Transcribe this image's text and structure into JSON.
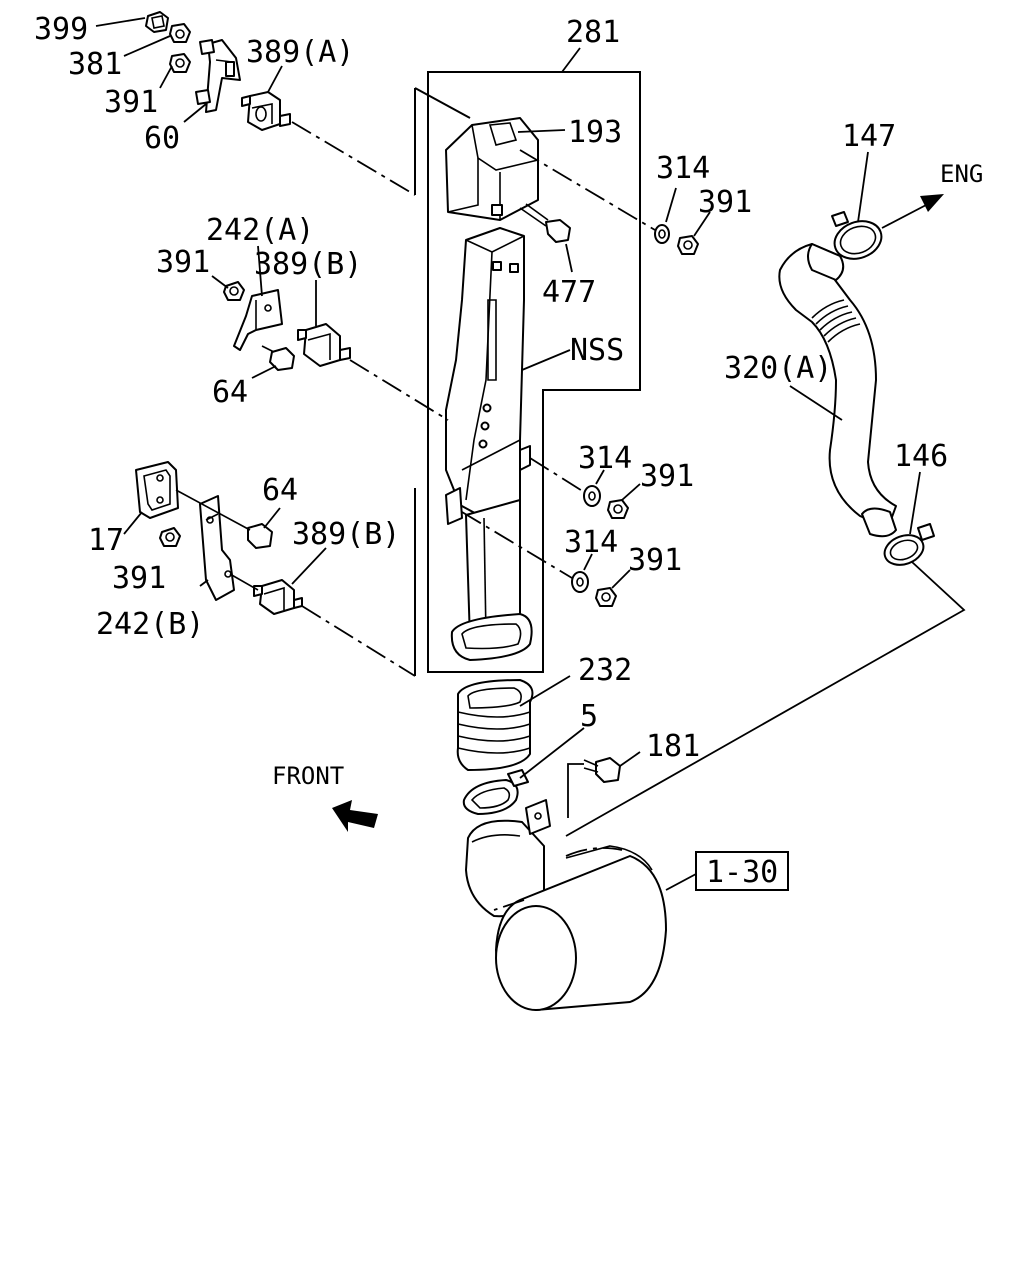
{
  "diagram": {
    "parts": [
      {
        "id": "p399",
        "number": "399"
      },
      {
        "id": "p381",
        "number": "381"
      },
      {
        "id": "p391a",
        "number": "391"
      },
      {
        "id": "p60",
        "number": "60"
      },
      {
        "id": "p389a",
        "number": "389(A)"
      },
      {
        "id": "p281",
        "number": "281"
      },
      {
        "id": "p193",
        "number": "193"
      },
      {
        "id": "p314a",
        "number": "314"
      },
      {
        "id": "p391b",
        "number": "391"
      },
      {
        "id": "p147",
        "number": "147"
      },
      {
        "id": "p477",
        "number": "477"
      },
      {
        "id": "p242a",
        "number": "242(A)"
      },
      {
        "id": "p391c",
        "number": "391"
      },
      {
        "id": "p389b1",
        "number": "389(B)"
      },
      {
        "id": "pNSS",
        "number": "NSS"
      },
      {
        "id": "p64a",
        "number": "64"
      },
      {
        "id": "p320a",
        "number": "320(A)"
      },
      {
        "id": "p146",
        "number": "146"
      },
      {
        "id": "p314b",
        "number": "314"
      },
      {
        "id": "p391d",
        "number": "391"
      },
      {
        "id": "p17",
        "number": "17"
      },
      {
        "id": "p64b",
        "number": "64"
      },
      {
        "id": "p389b2",
        "number": "389(B)"
      },
      {
        "id": "p391e",
        "number": "391"
      },
      {
        "id": "p314c",
        "number": "314"
      },
      {
        "id": "p391f",
        "number": "391"
      },
      {
        "id": "p242b",
        "number": "242(B)"
      },
      {
        "id": "p232",
        "number": "232"
      },
      {
        "id": "p5",
        "number": "5"
      },
      {
        "id": "p181",
        "number": "181"
      }
    ],
    "direction_labels": {
      "engine": "ENG",
      "front": "FRONT"
    },
    "reference_box": "1-30"
  }
}
